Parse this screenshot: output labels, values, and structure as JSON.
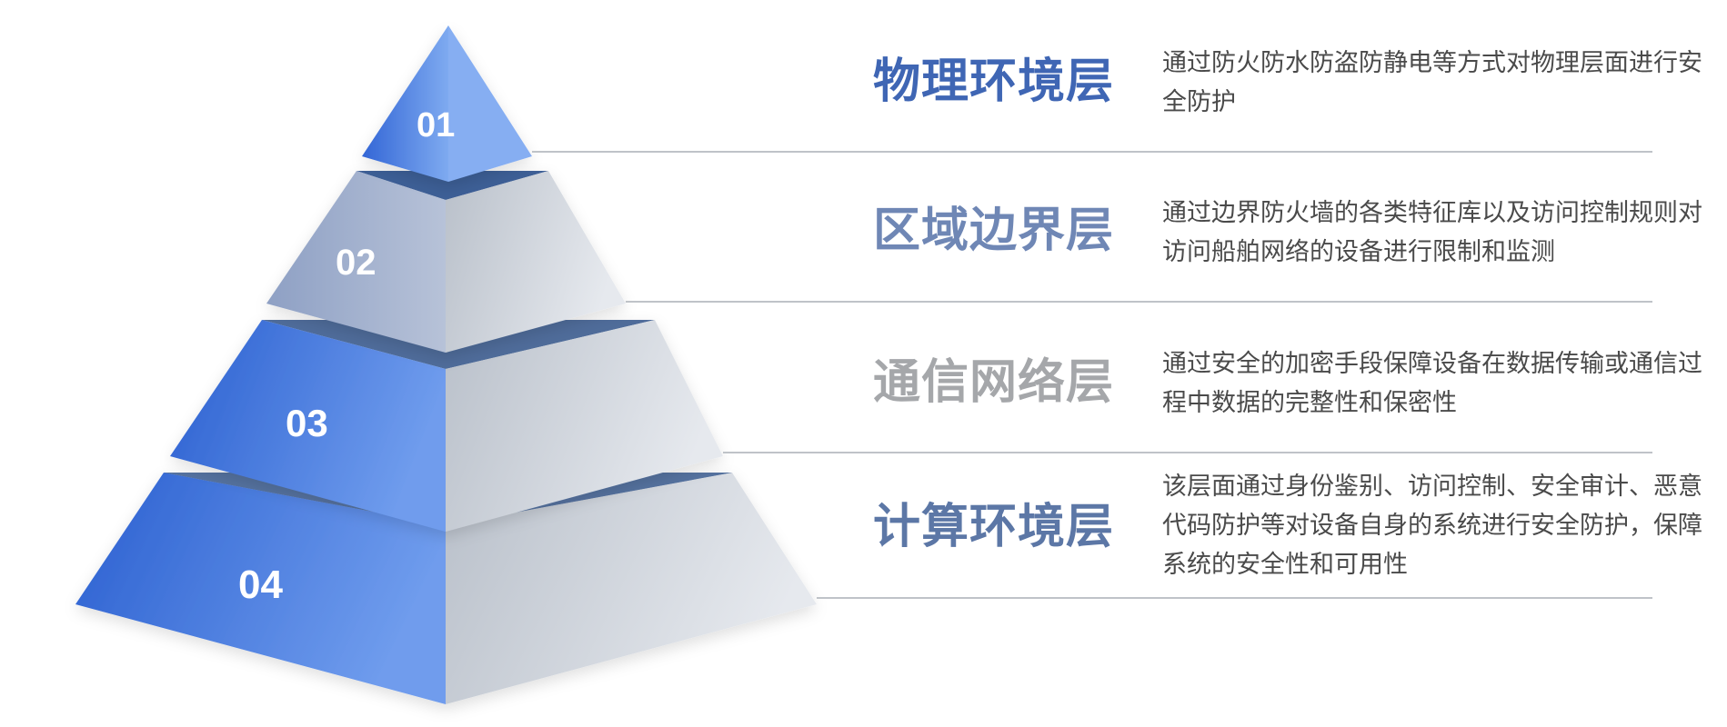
{
  "layers": [
    {
      "number": "01",
      "title": "物理环境层",
      "description": "通过防火防水防盗防静电等方式对物理层面进行安全防护",
      "title_color": "#3f66b4"
    },
    {
      "number": "02",
      "title": "区域边界层",
      "description": "通过边界防火墙的各类特征库以及访问控制规则对访问船舶网络的设备进行限制和监测",
      "title_color": "#6f87b5"
    },
    {
      "number": "03",
      "title": "通信网络层",
      "description": "通过安全的加密手段保障设备在数据传输或通信过程中数据的完整性和保密性",
      "title_color": "#a5a7aa"
    },
    {
      "number": "04",
      "title": "计算环境层",
      "description": "该层面通过身份鉴别、访问控制、安全审计、恶意代码防护等对设备自身的系统进行安全防护，保障系统的安全性和可用性",
      "title_color": "#5c77a6"
    }
  ],
  "colors": {
    "blue_light": "#7aa6ee",
    "blue_dark": "#2a5fd0",
    "gray_light": "#e2e5ea",
    "gray_dark": "#b9bfc8",
    "divider": "#bfc3c8"
  }
}
